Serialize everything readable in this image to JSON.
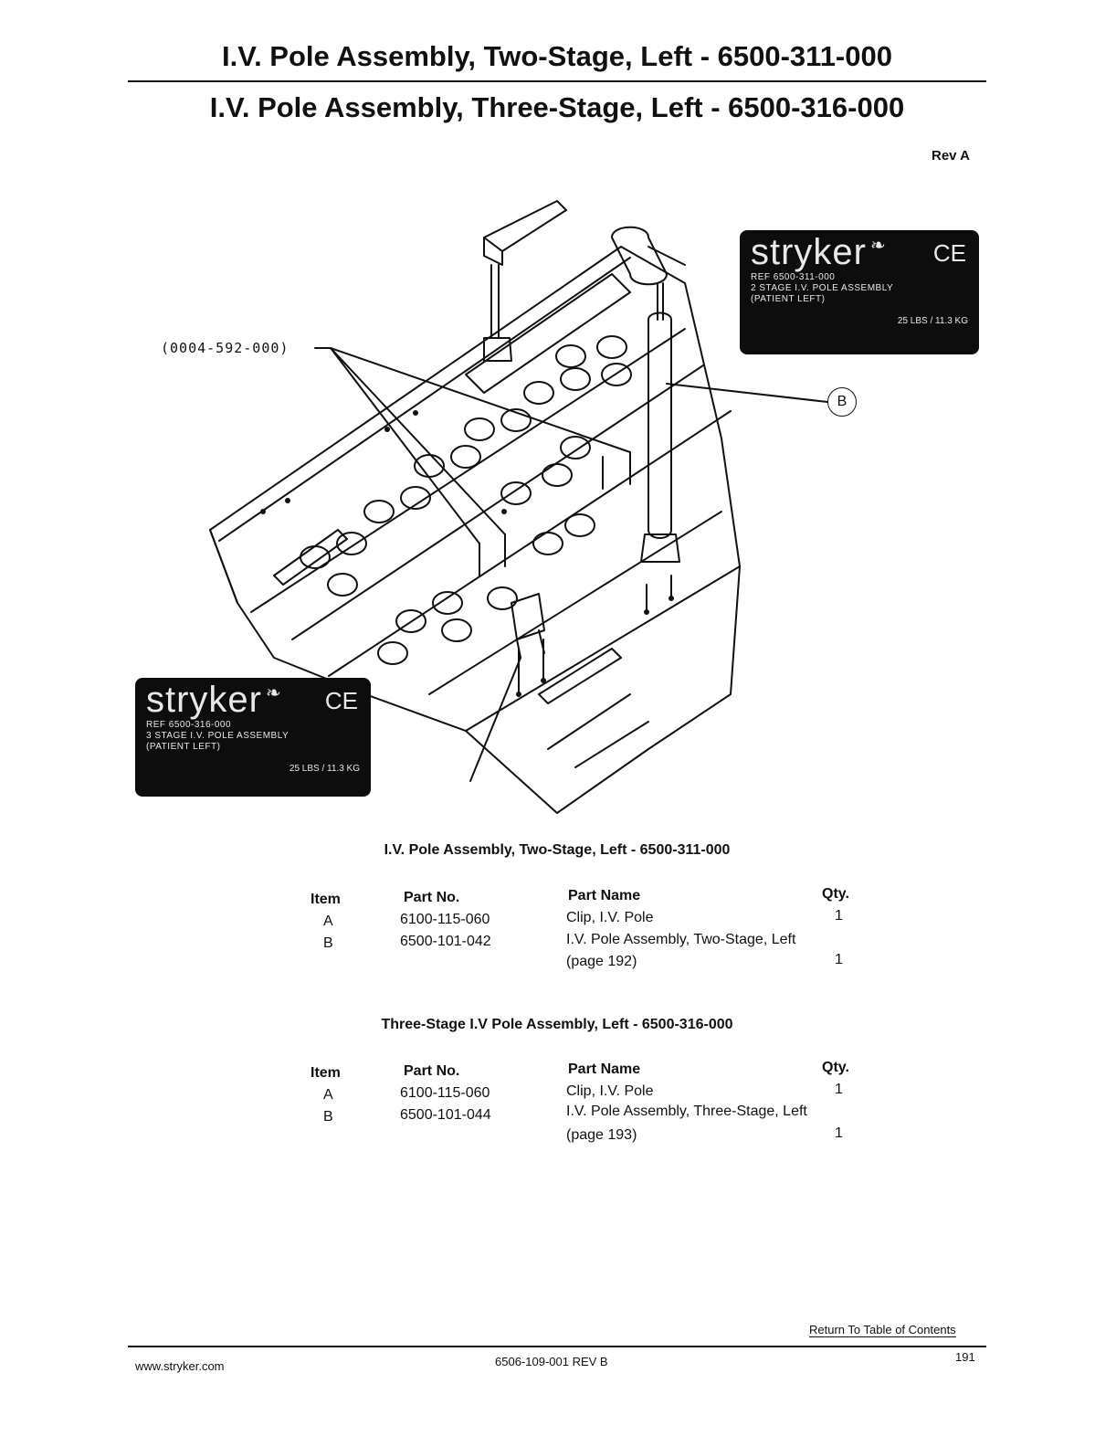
{
  "header": {
    "title_line1": "I.V. Pole Assembly, Two-Stage, Left - 6500-311-000",
    "title_line2": "I.V. Pole Assembly, Three-Stage, Left - 6500-316-000",
    "revision": "Rev A"
  },
  "diagram": {
    "callout_part": "(0004-592-000)",
    "callout_b": "B",
    "label_top": {
      "brand": "stryker",
      "mark": "CE",
      "lines": [
        "REF 6500-311-000",
        "2 STAGE I.V. POLE ASSEMBLY",
        "(PATIENT LEFT)"
      ],
      "weight": "25 LBS / 11.3 KG"
    },
    "label_bottom": {
      "brand": "stryker",
      "mark": "CE",
      "lines": [
        "REF 6500-316-000",
        "3 STAGE I.V. POLE ASSEMBLY",
        "(PATIENT LEFT)"
      ],
      "weight": "25 LBS / 11.3 KG"
    }
  },
  "table1": {
    "title": "I.V. Pole Assembly, Two-Stage, Left - 6500-311-000",
    "headers": {
      "item": "Item",
      "part_no": "Part No.",
      "part_name": "Part Name",
      "qty": "Qty."
    },
    "rows": [
      {
        "item": "A",
        "part_no": "6100-115-060",
        "part_name": "Clip, I.V. Pole",
        "part_name_2": "",
        "qty": "1"
      },
      {
        "item": "B",
        "part_no": "6500-101-042",
        "part_name": "I.V. Pole Assembly, Two-Stage, Left",
        "part_name_2": "(page 192)",
        "qty": "1"
      }
    ]
  },
  "table2": {
    "title": "Three-Stage I.V Pole Assembly, Left - 6500-316-000",
    "headers": {
      "item": "Item",
      "part_no": "Part No.",
      "part_name": "Part Name",
      "qty": "Qty."
    },
    "rows": [
      {
        "item": "A",
        "part_no": "6100-115-060",
        "part_name": "Clip, I.V. Pole",
        "part_name_2": "",
        "qty": "1"
      },
      {
        "item": "B",
        "part_no": "6500-101-044",
        "part_name": "I.V. Pole Assembly, Three-Stage, Left",
        "part_name_2": "(page 193)",
        "qty": "1"
      }
    ]
  },
  "footer": {
    "return_link": "Return To Table of Contents",
    "website": "www.stryker.com",
    "doc_number": "6506-109-001 REV B",
    "page_number": "191"
  }
}
